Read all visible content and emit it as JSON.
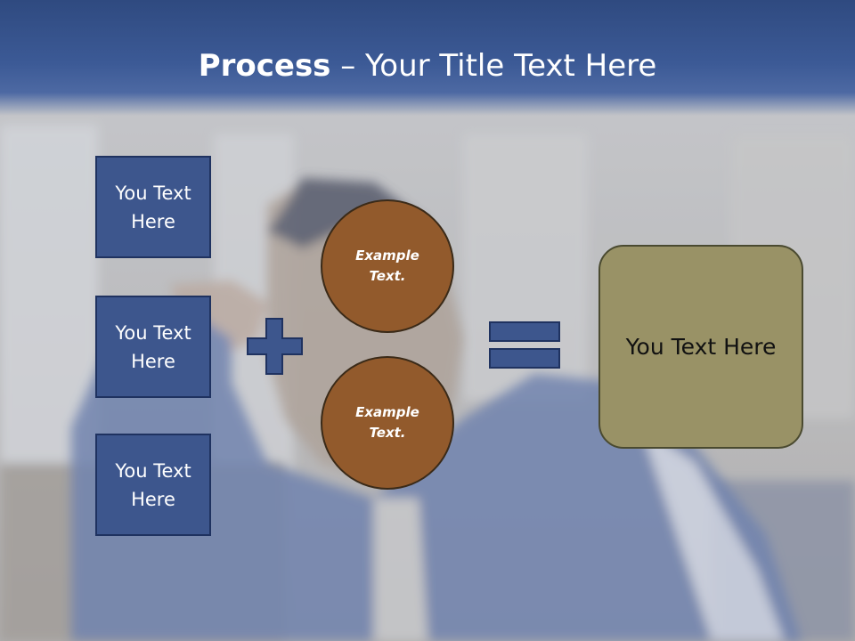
{
  "title": {
    "bold": "Process",
    "rest": " – Your Title Text Here"
  },
  "boxes": [
    "You Text Here",
    "You Text Here",
    "You Text Here"
  ],
  "circles": [
    "Example Text.",
    "Example Text."
  ],
  "result": "You Text Here",
  "colors": {
    "title_bar": "#3c5a96",
    "box_fill": "#3d568d",
    "circle_fill": "#925a2c",
    "result_fill": "#999266",
    "symbol": "#3d568d"
  },
  "icons": {
    "plus": "plus-icon",
    "equals": "equals-icon",
    "photo": "background-photo"
  }
}
